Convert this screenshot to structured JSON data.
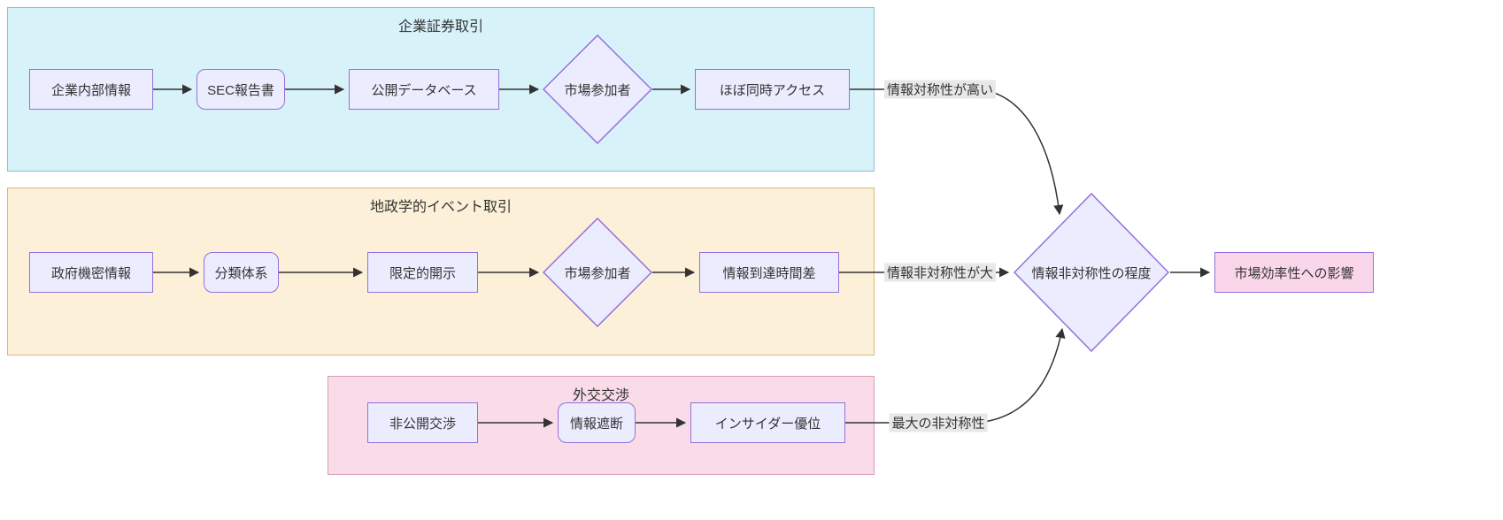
{
  "groups": {
    "corporate": {
      "title": "企業証券取引"
    },
    "geopolitical": {
      "title": "地政学的イベント取引"
    },
    "diplomatic": {
      "title": "外交交渉"
    }
  },
  "nodes": {
    "internal_info": "企業内部情報",
    "sec_report": "SEC報告書",
    "public_db": "公開データベース",
    "market_participants_1": "市場参加者",
    "simultaneous_access": "ほぼ同時アクセス",
    "gov_secret": "政府機密情報",
    "classification": "分類体系",
    "limited_disclosure": "限定的開示",
    "market_participants_2": "市場参加者",
    "arrival_gap": "情報到達時間差",
    "private_negotiation": "非公開交渉",
    "info_blackout": "情報遮断",
    "insider_advantage": "インサイダー優位",
    "asymmetry_degree": "情報非対称性の程度",
    "market_efficiency": "市場効率性への影響"
  },
  "edge_labels": {
    "high_symmetry": "情報対称性が高い",
    "large_asymmetry": "情報非対称性が大",
    "max_asymmetry": "最大の非対称性"
  },
  "colors": {
    "node_fill": "#ececff",
    "node_border": "#9370db",
    "result_fill": "#fad6ea",
    "group_corporate_fill": "#d8f2fa",
    "group_geopolitical_fill": "#fcf0d8",
    "group_diplomatic_fill": "#fadce8",
    "edge_label_bg": "#e8e8e8",
    "line": "#333333"
  }
}
